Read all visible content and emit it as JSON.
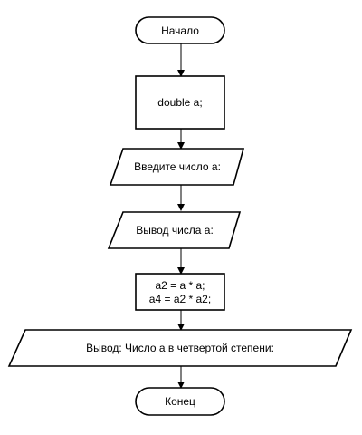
{
  "flowchart": {
    "start": "Начало",
    "declare": "double a;",
    "prompt": "Введите число a:",
    "read": "Вывод числа a:",
    "compute_line1": "a2 = a * a;",
    "compute_line2": "a4 = a2 * a2;",
    "output": "Вывод: Число а в четвертой степени:",
    "end": "Конец"
  }
}
